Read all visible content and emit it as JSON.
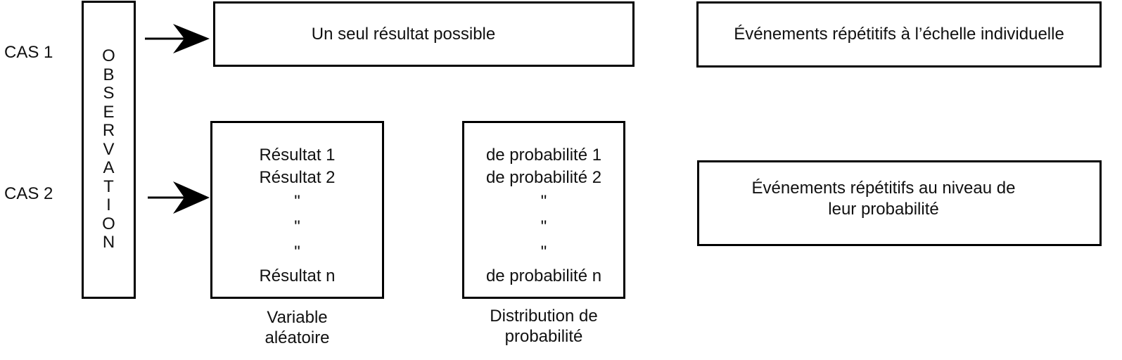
{
  "cases": {
    "case1_label": "CAS 1",
    "case2_label": "CAS 2"
  },
  "observation": {
    "letters": [
      "O",
      "B",
      "S",
      "E",
      "R",
      "V",
      "A",
      "T",
      "I",
      "O",
      "N"
    ]
  },
  "case1": {
    "result_box": "Un seul résultat possible",
    "event_box": "Événements répétitifs à l’échelle individuelle"
  },
  "case2": {
    "variable_box": {
      "lines": [
        "Résultat 1",
        "Résultat 2",
        "\"",
        "\"",
        "\"",
        "Résultat n"
      ]
    },
    "distribution_box": {
      "lines": [
        "de probabilité 1",
        "de probabilité 2",
        "\"",
        "\"",
        "\"",
        "de probabilité n"
      ]
    },
    "variable_caption": [
      "Variable",
      "aléatoire"
    ],
    "distribution_caption": [
      "Distribution de",
      "probabilité"
    ],
    "event_box": [
      "Événements répétitifs au niveau de",
      "leur probabilité"
    ]
  }
}
